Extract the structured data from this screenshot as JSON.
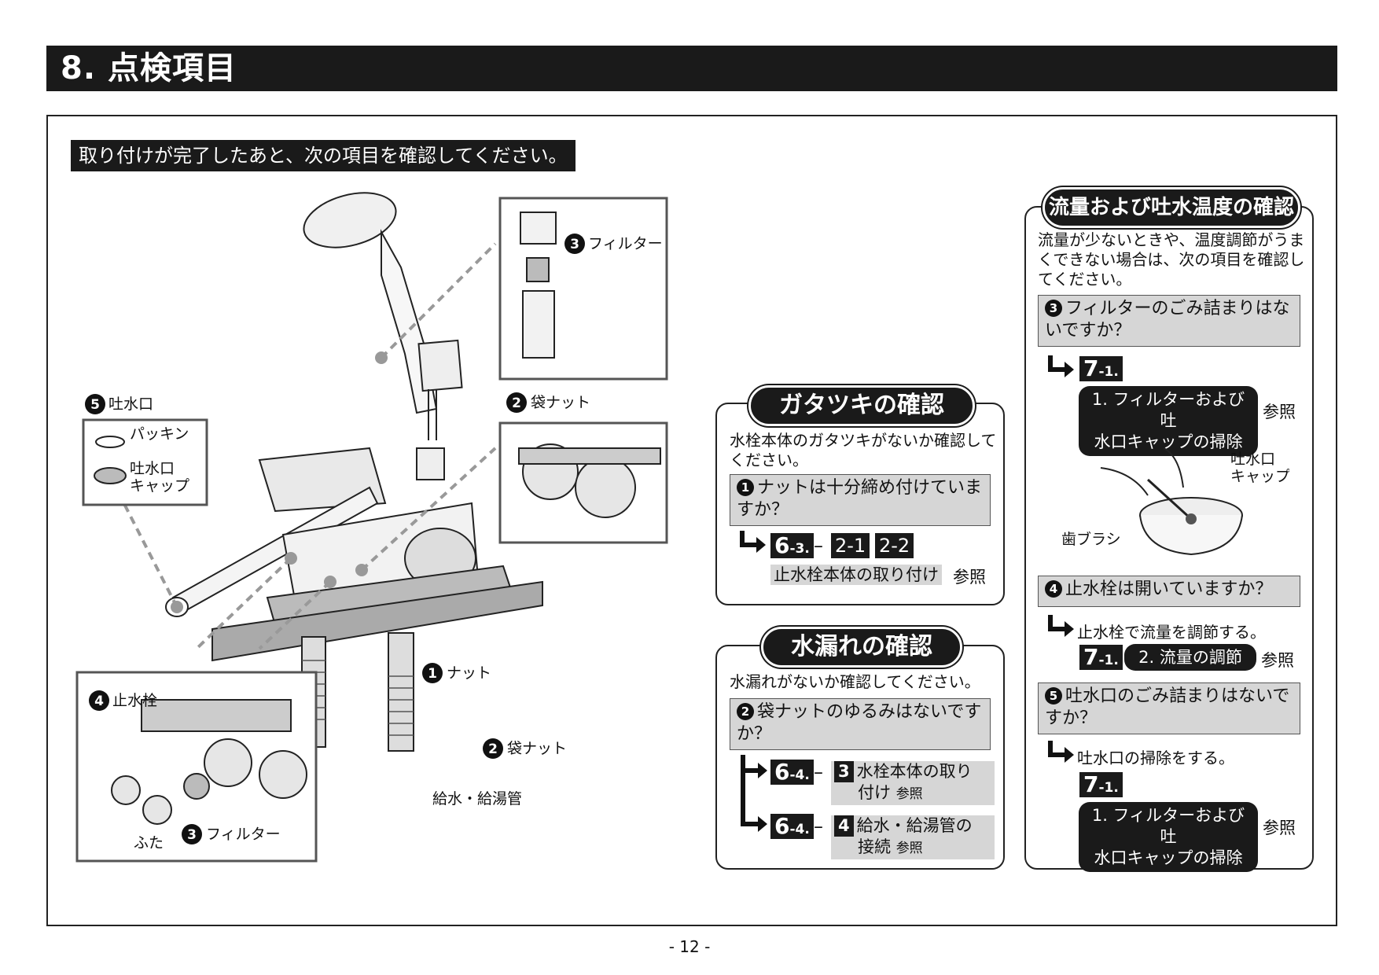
{
  "header": {
    "title": "8. 点検項目"
  },
  "intro": "取り付けが完了したあと、次の項目を確認してください。",
  "diagram": {
    "labels": {
      "filter_top": "フィルター",
      "filter_top_num": "3",
      "fukuro_nut_top": "袋ナット",
      "fukuro_nut_top_num": "2",
      "spout": "吐水口",
      "spout_num": "5",
      "packing": "パッキン",
      "spout_cap_1": "吐水口",
      "spout_cap_2": "キャップ",
      "nut": "ナット",
      "nut_num": "1",
      "fukuro_nut_bottom": "袋ナット",
      "fukuro_nut_bottom_num": "2",
      "supply_pipe": "給水・給湯管",
      "stop_valve": "止水栓",
      "stop_valve_num": "4",
      "lid": "ふた",
      "filter_bottom": "フィルター",
      "filter_bottom_num": "3"
    }
  },
  "gatatsuki": {
    "title": "ガタツキの確認",
    "description": "水栓本体のガタツキがないか確認してください。",
    "question_num": "1",
    "question": "ナットは十分締め付けていますか？",
    "ref_main": "6",
    "ref_sub": "-3.",
    "dash": "–",
    "ref_a": "2-1",
    "ref_b": "2-2",
    "ref_text": "止水栓本体の取り付け",
    "sansho": "参照"
  },
  "mizumore": {
    "title": "水漏れの確認",
    "description": "水漏れがないか確認してください。",
    "question_num": "2",
    "question": "袋ナットのゆるみはないですか？",
    "ref1_main": "6",
    "ref1_sub": "-4.",
    "ref1_dash": "–",
    "ref1_num": "3",
    "ref1_text_1": "水栓本体の取り",
    "ref1_text_2": "付け",
    "ref1_sansho": "参照",
    "ref2_main": "6",
    "ref2_sub": "-4.",
    "ref2_dash": "–",
    "ref2_num": "4",
    "ref2_text_1": "給水・給湯管の",
    "ref2_text_2": "接続",
    "ref2_sansho": "参照"
  },
  "ryuryo": {
    "title": "流量および吐水温度の確認",
    "description": "流量が少ないときや、温度調節がうまくできない場合は、次の項目を確認してください。",
    "q3_num": "3",
    "q3": "フィルターのごみ詰まりはないですか？",
    "q3_ref_main": "7",
    "q3_ref_sub": "-1.",
    "q3_ref_pill_1": "1. フィルターおよび吐",
    "q3_ref_pill_2": "水口キャップの掃除",
    "q3_sansho": "参照",
    "img_cap_1": "吐水口",
    "img_cap_2": "キャップ",
    "img_brush": "歯ブラシ",
    "q4_num": "4",
    "q4": "止水栓は開いていますか？",
    "q4_action": "止水栓で流量を調節する。",
    "q4_ref_main": "7",
    "q4_ref_sub": "-1.",
    "q4_ref_pill": "2. 流量の調節",
    "q4_sansho": "参照",
    "q5_num": "5",
    "q5": "吐水口のごみ詰まりはないですか？",
    "q5_action": "吐水口の掃除をする。",
    "q5_ref_main": "7",
    "q5_ref_sub": "-1.",
    "q5_ref_pill_1": "1. フィルターおよび吐",
    "q5_ref_pill_2": "水口キャップの掃除",
    "q5_sansho": "参照"
  },
  "footer": {
    "page": "- 12 -"
  }
}
